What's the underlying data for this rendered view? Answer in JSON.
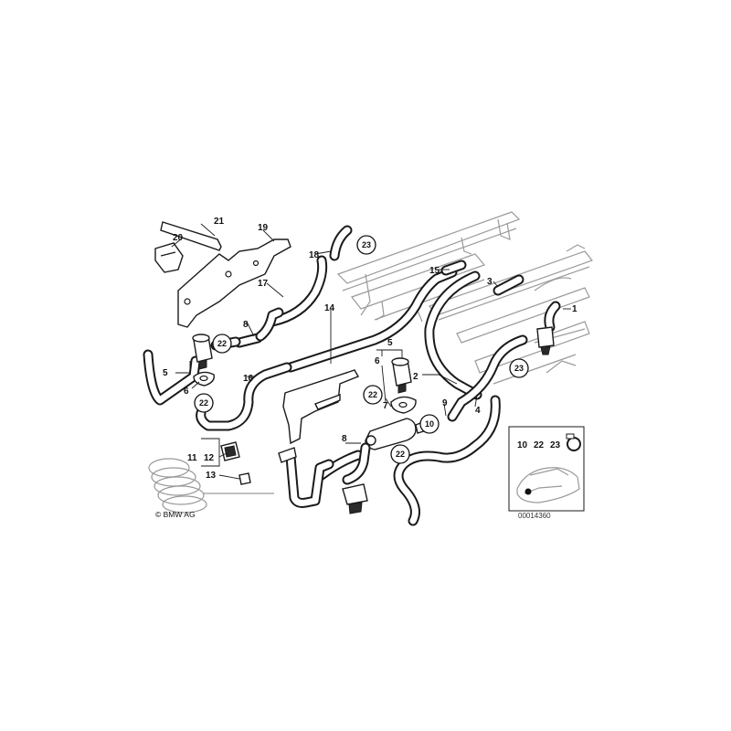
{
  "labels": {
    "l1": "1",
    "l2": "2",
    "l3": "3",
    "l4": "4",
    "l5a": "5",
    "l5b": "5",
    "l6a": "6",
    "l6b": "6",
    "l7": "7",
    "l8a": "8",
    "l8b": "8",
    "l9": "9",
    "l11": "11",
    "l12": "12",
    "l13": "13",
    "l14": "14",
    "l15": "15",
    "l16": "16",
    "l17": "17",
    "l18": "18",
    "l19": "19",
    "l20": "20",
    "l21": "21"
  },
  "circled": {
    "c23a": "23",
    "c22a": "22",
    "c22b": "22",
    "c22c": "22",
    "c23b": "23",
    "c10": "10",
    "c22d": "22"
  },
  "legend": {
    "n10": "10",
    "n22": "22",
    "n23": "23"
  },
  "copyright": "© BMW AG",
  "diagram_code": "00014360"
}
